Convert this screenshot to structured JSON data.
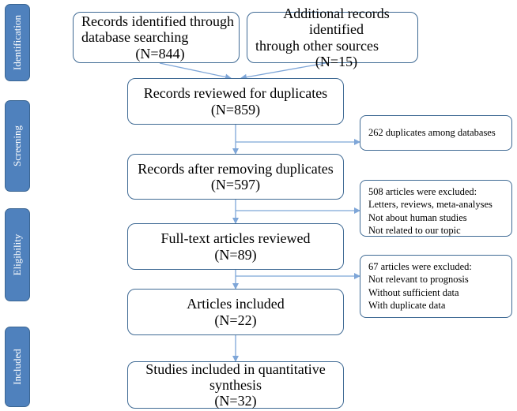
{
  "stages": [
    {
      "key": "identification",
      "label": "Identification"
    },
    {
      "key": "screening",
      "label": "Screening"
    },
    {
      "key": "eligibility",
      "label": "Eligibility"
    },
    {
      "key": "included",
      "label": "Included"
    }
  ],
  "boxes": {
    "db_search": {
      "line1": "Records identified through",
      "line2": "database searching",
      "count": "(N=844)"
    },
    "other_sources": {
      "line1": "Additional records identified",
      "line2": "through other sources",
      "count": "(N=15)"
    },
    "reviewed_duplicates": {
      "line1": "Records reviewed for duplicates",
      "count": "(N=859)"
    },
    "after_removing": {
      "line1": "Records after removing duplicates",
      "count": "(N=597)"
    },
    "fulltext": {
      "line1": "Full-text articles reviewed",
      "count": "(N=89)"
    },
    "included_articles": {
      "line1": "Articles included",
      "count": "(N=22)"
    },
    "quantitative": {
      "line1": "Studies included in quantitative",
      "line2": "synthesis",
      "count": "(N=32)"
    }
  },
  "exclusions": {
    "duplicates": {
      "line1": "262 duplicates among databases"
    },
    "first": {
      "line1": "508 articles were excluded:",
      "line2": "Letters, reviews, meta-analyses",
      "line3": "Not about human studies",
      "line4": "Not related to our topic"
    },
    "second": {
      "line1": "67 articles were excluded:",
      "line2": "Not relevant to prognosis",
      "line3": "Without sufficient data",
      "line4": "With duplicate data"
    }
  },
  "colors": {
    "stage_fill": "#4f81bd",
    "box_border": "#3f6a94",
    "arrow": "#7ea6d8"
  }
}
